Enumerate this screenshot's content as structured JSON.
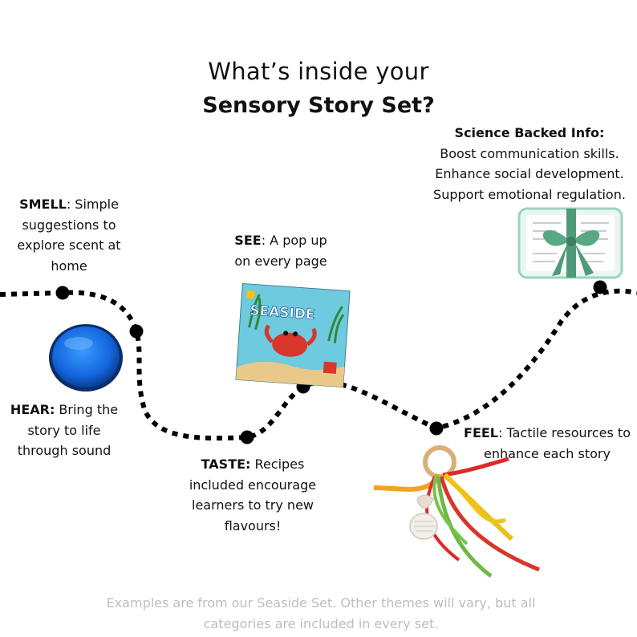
{
  "header": {
    "line1": "What’s inside your",
    "line2": "Sensory Story Set?"
  },
  "science": {
    "title": "Science Backed Info:",
    "lines": [
      "Boost communication skills.",
      "Enhance social development.",
      "Support emotional regulation."
    ]
  },
  "smell": {
    "label": "SMELL",
    "lines": [
      ": Simple",
      "suggestions to",
      "explore scent at",
      "home"
    ]
  },
  "see": {
    "label": "SEE",
    "lines": [
      ": A pop up",
      "on every page"
    ]
  },
  "hear": {
    "label": "HEAR:",
    "lines": [
      " Bring the",
      "story to life",
      "through sound"
    ]
  },
  "taste": {
    "label": "TASTE:",
    "lines": [
      " Recipes",
      "included encourage",
      "learners to try new",
      "flavours!"
    ]
  },
  "feel": {
    "label": "FEEL",
    "lines": [
      ": Tactile resources to",
      "enhance each story"
    ]
  },
  "book": {
    "title": "SEASIDE"
  },
  "footer": {
    "line1": "Examples are from our Seaside Set. Other themes will vary, but all",
    "line2": "categories are included in every set."
  },
  "colors": {
    "path": "#000000",
    "text": "#111111",
    "footer": "#bdbdbd",
    "button": "#1670e8",
    "book_bg": "#5fc3dc",
    "ribbon_green": "#4f9a78"
  }
}
